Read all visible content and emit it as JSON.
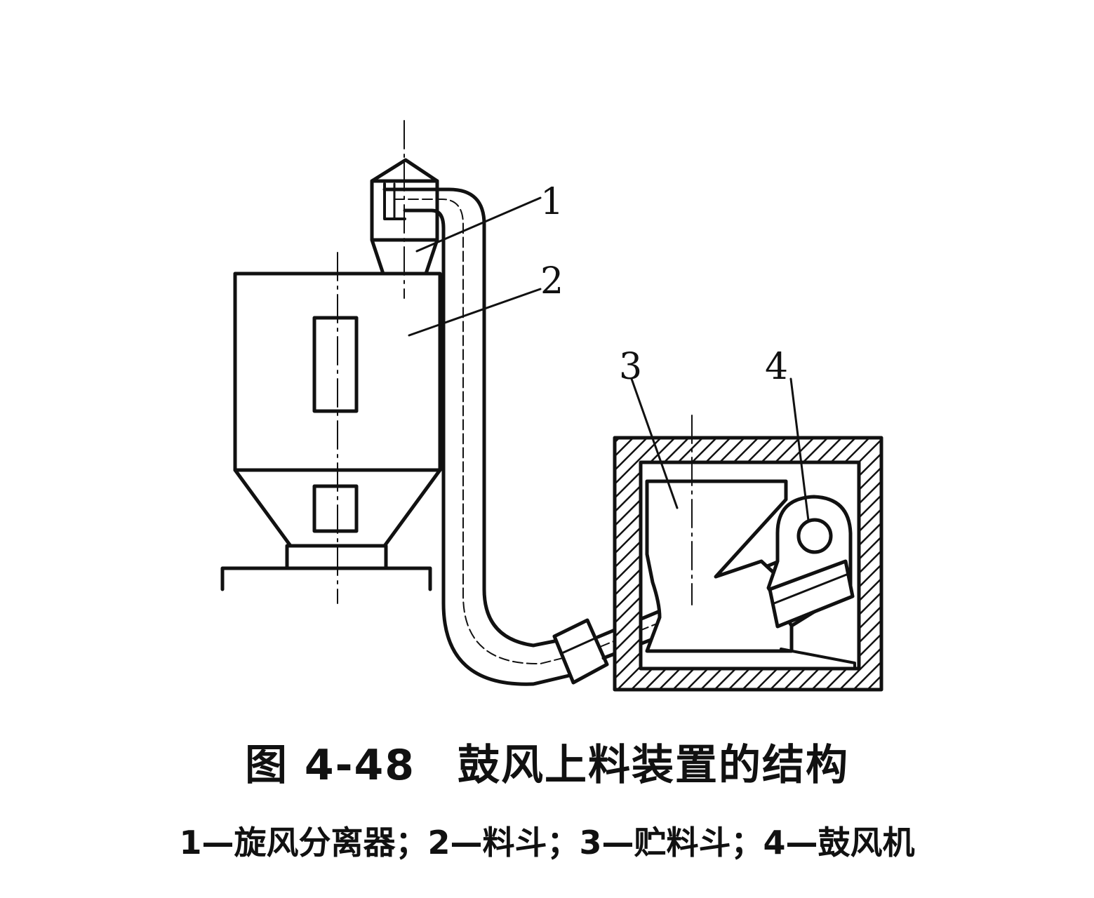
{
  "figure": {
    "number": "图 4-48",
    "title": "鼓风上料装置的结构",
    "legend": "1—旋风分离器；2—料斗；3—贮料斗；4—鼓风机"
  },
  "callouts": [
    {
      "label": "1",
      "part": "旋风分离器"
    },
    {
      "label": "2",
      "part": "料斗"
    },
    {
      "label": "3",
      "part": "贮料斗"
    },
    {
      "label": "4",
      "part": "鼓风机"
    }
  ],
  "colors": {
    "ink": "#111111",
    "paper": "#ffffff"
  }
}
